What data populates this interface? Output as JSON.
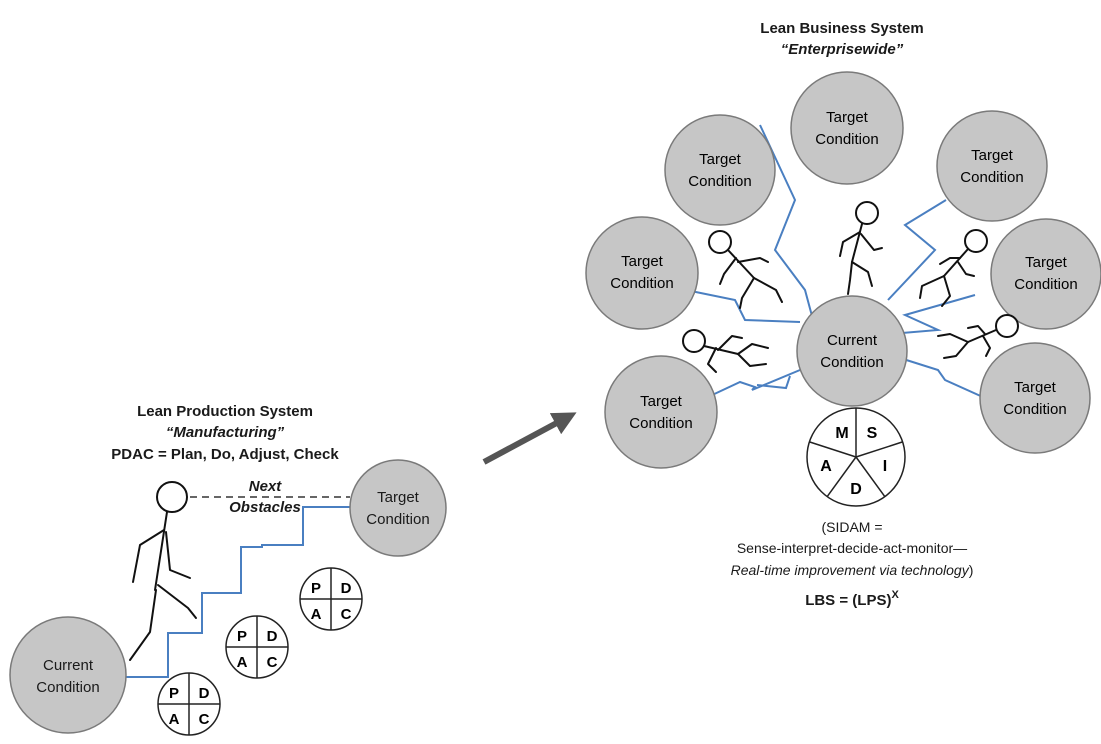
{
  "lps": {
    "title": "Lean Production System",
    "subtitle": "“Manufacturing”",
    "pdac": "PDAC = Plan, Do, Adjust, Check",
    "next_line1": "Next",
    "next_line2": "Obstacles",
    "current_line1": "Current",
    "current_line2": "Condition",
    "target_line1": "Target",
    "target_line2": "Condition",
    "wheel_letters": [
      "P",
      "D",
      "A",
      "C"
    ]
  },
  "lbs": {
    "title": "Lean Business System",
    "subtitle": "“Enterprisewide”",
    "current_line1": "Current",
    "current_line2": "Condition",
    "target_line1": "Target",
    "target_line2": "Condition",
    "wheel_letters": [
      "M",
      "S",
      "I",
      "D",
      "A"
    ],
    "sidam_line1": "(SIDAM =",
    "sidam_line2": "Sense-interpret-decide-act-monitor—",
    "sidam_line3": "Real-time improvement via technology",
    "sidam_line3_close": ")",
    "formula_base": "LBS = (LPS)",
    "formula_exp": "X"
  },
  "colors": {
    "circle_fill": "#c6c6c6",
    "circle_stroke": "#7a7a7a",
    "line_blue": "#4a7fc1",
    "arrow_gray": "#555555",
    "text": "#1a1a1a"
  }
}
